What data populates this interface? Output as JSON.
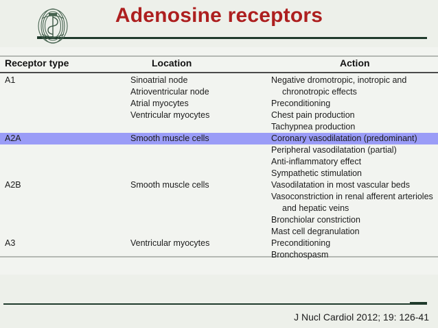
{
  "slide": {
    "title": "Adenosine receptors",
    "title_color": "#ad1f1f",
    "background_color": "#edf0ea",
    "rule_color": "#1f3a2b",
    "logo_name": "caduceus-medical-seal-logo"
  },
  "table": {
    "headers": {
      "receptor": "Receptor type",
      "location": "Location",
      "action": "Action"
    },
    "highlight_color": "#9a9cf7",
    "rows": [
      {
        "type": "A1",
        "location": [
          "Sinoatrial node",
          "Atrioventricular node",
          "Atrial myocytes",
          "Ventricular myocytes"
        ],
        "action": [
          {
            "text": "Negative dromotropic, inotropic and",
            "indent": false
          },
          {
            "text": "chronotropic effects",
            "indent": true
          },
          {
            "text": "Preconditioning",
            "indent": false
          },
          {
            "text": "Chest pain production",
            "indent": false
          },
          {
            "text": "Tachypnea production",
            "indent": false
          }
        ],
        "highlighted": false
      },
      {
        "type": "A2A",
        "location": [
          "Smooth muscle cells"
        ],
        "action": [
          {
            "text": "Coronary vasodilatation (predominant)",
            "indent": false
          },
          {
            "text": "Peripheral vasodilatation (partial)",
            "indent": false
          },
          {
            "text": "Anti-inflammatory effect",
            "indent": false
          },
          {
            "text": "Sympathetic stimulation",
            "indent": false
          }
        ],
        "highlighted": true
      },
      {
        "type": "A2B",
        "location": [
          "Smooth muscle cells"
        ],
        "action": [
          {
            "text": "Vasodilatation in most vascular beds",
            "indent": false
          },
          {
            "text": "Vasoconstriction in renal afferent arterioles",
            "indent": false
          },
          {
            "text": "and hepatic veins",
            "indent": true
          },
          {
            "text": "Bronchiolar constriction",
            "indent": false
          },
          {
            "text": "Mast cell degranulation",
            "indent": false
          }
        ],
        "highlighted": false
      },
      {
        "type": "A3",
        "location": [
          "Ventricular myocytes"
        ],
        "action": [
          {
            "text": "Preconditioning",
            "indent": false
          },
          {
            "text": "Bronchospasm",
            "indent": false
          }
        ],
        "highlighted": false
      }
    ]
  },
  "footer": {
    "citation": "J Nucl Cardiol 2012; 19: 126-41"
  }
}
